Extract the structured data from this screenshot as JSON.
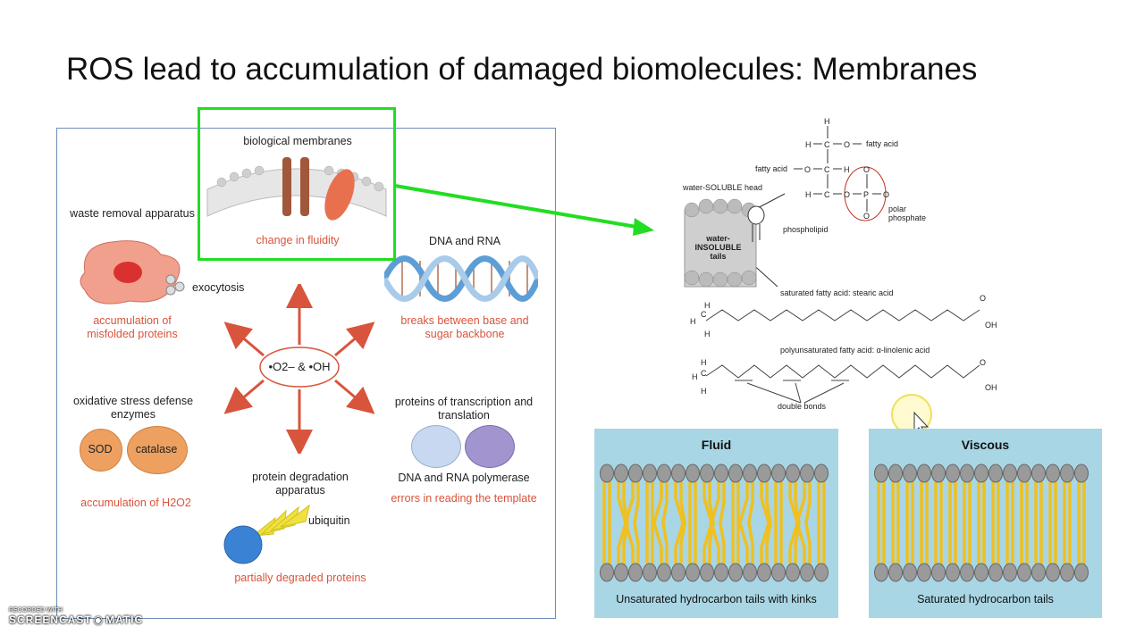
{
  "title": "ROS lead to accumulation of damaged biomolecules: Membranes",
  "left_diagram": {
    "membranes": {
      "label": "biological membranes",
      "effect": "change in fluidity"
    },
    "waste": {
      "label": "waste removal apparatus",
      "exocytosis": "exocytosis",
      "effect": "accumulation of misfolded proteins"
    },
    "dna": {
      "label": "DNA and RNA",
      "effect": "breaks between base and sugar backbone"
    },
    "center": "•O2– & •OH",
    "oxidative": {
      "label": "oxidative stress defense enzymes",
      "sod": "SOD",
      "catalase": "catalase",
      "effect": "accumulation of H2O2"
    },
    "transcription": {
      "label": "proteins of transcription and translation",
      "polymerase": "DNA and RNA polymerase",
      "effect": "errors in reading the template"
    },
    "degradation": {
      "label": "protein degradation apparatus",
      "ubiquitin": "ubiquitin",
      "effect": "partially degraded proteins"
    }
  },
  "right_diagram": {
    "head_label": "water-SOLUBLE head",
    "tails_label": "water-INSOLUBLE tails",
    "phospholipid": "phospholipid",
    "fatty_acid_1": "fatty acid",
    "fatty_acid_2": "fatty acid",
    "polar_phosphate": "polar phosphate",
    "stearic": "saturated fatty acid: stearic acid",
    "linolenic": "polyunsaturated fatty acid: α-linolenic acid",
    "double_bonds": "double bonds"
  },
  "fluid_panel": {
    "title": "Fluid",
    "caption": "Unsaturated hydrocarbon tails with kinks"
  },
  "viscous_panel": {
    "title": "Viscous",
    "caption": "Saturated hydrocarbon tails"
  },
  "watermark": {
    "top": "RECORDED WITH",
    "brand_left": "SCREENCAST",
    "brand_right": "MATIC"
  },
  "colors": {
    "highlight": "#22dd22",
    "effect_text": "#d9543c",
    "panel_bg": "#a9d6e4",
    "tail": "#f0c020",
    "head": "#9a9a9a"
  }
}
